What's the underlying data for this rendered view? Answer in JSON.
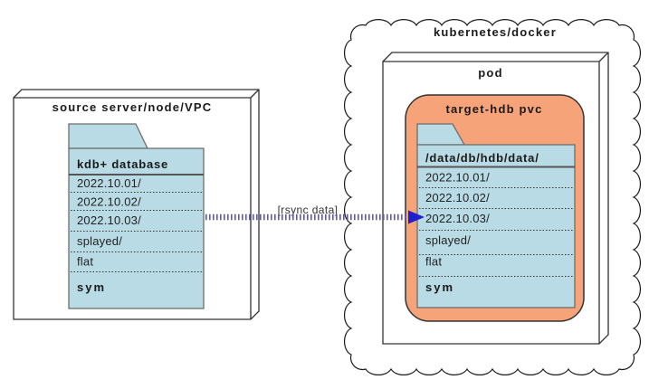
{
  "diagram": {
    "source_box": {
      "title": "source server/node/VPC"
    },
    "source_folder": {
      "title": "kdb+ database",
      "rows": [
        "2022.10.01/",
        "2022.10.02/",
        "2022.10.03/",
        "splayed/",
        "flat"
      ],
      "sym": "sym"
    },
    "cloud": {
      "title": "kubernetes/docker"
    },
    "pod": {
      "title": "pod"
    },
    "pvc": {
      "title": "target-hdb pvc"
    },
    "target_folder": {
      "title": "/data/db/hdb/data/",
      "rows": [
        "2022.10.01/",
        "2022.10.02/",
        "2022.10.03/",
        "splayed/",
        "flat"
      ],
      "sym": "sym"
    },
    "arrow": {
      "label": "[rsync data]"
    },
    "colors": {
      "folder_fill": "#b9dbe6",
      "pvc_fill": "#f7a379",
      "arrow_line": "#5454d4",
      "arrow_head": "#1f1fd0"
    }
  }
}
